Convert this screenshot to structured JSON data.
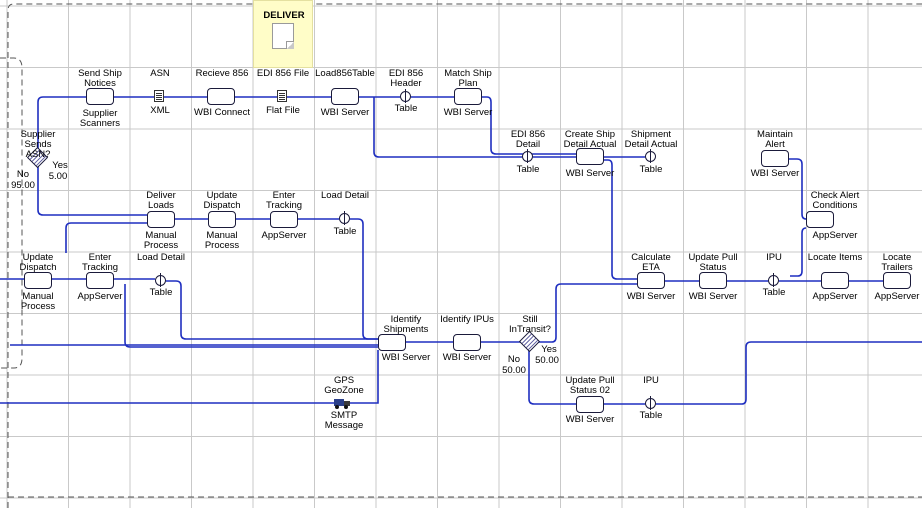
{
  "diagram": {
    "swimlane": {
      "title": "DELIVER"
    },
    "labels": {
      "send_ship_notices": "Send Ship Notices",
      "supplier_scanners": "Supplier Scanners",
      "asn": "ASN",
      "xml": "XML",
      "recieve_856": "Recieve 856",
      "wbi_connect": "WBI Connect",
      "edi_856_file": "EDI 856 File",
      "flat_file": "Flat File",
      "load856table": "Load856Table",
      "wbi_server_load": "WBI Server",
      "edi_856_header": "EDI 856 Header",
      "table_header": "Table",
      "match_ship_plan": "Match Ship Plan",
      "wbi_server_match": "WBI Server",
      "supplier_sends_asn": "Supplier Sends ASN?",
      "yes_asn": "Yes",
      "yes_asn_pct": "5.00",
      "no_asn": "No",
      "no_asn_pct": "95.00",
      "edi_856_detail": "EDI 856 Detail",
      "table_detail": "Table",
      "create_ship_detail": "Create Ship Detail Actual",
      "wbi_server_create": "WBI Server",
      "shipment_detail_actual": "Shipment Detail Actual",
      "table_shipment": "Table",
      "maintain_alert": "Maintain Alert",
      "wbi_server_alert": "WBI Server",
      "check_alert": "Check Alert Conditions",
      "appserver_check": "AppServer",
      "deliver_loads": "Deliver Loads",
      "manual_process_dl": "Manual Process",
      "update_dispatch_top": "Update Dispatch",
      "manual_process_ud": "Manual Process",
      "enter_tracking_top": "Enter Tracking",
      "appserver_et_top": "AppServer",
      "load_detail_top": "Load Detail",
      "table_ld_top": "Table",
      "update_dispatch_left": "Update Dispatch",
      "manual_process_left": "Manual Process",
      "enter_tracking_left": "Enter Tracking",
      "appserver_et_left": "AppServer",
      "load_detail_left": "Load Detail",
      "table_ld_left": "Table",
      "calculate_eta": "Calculate ETA",
      "wbi_server_eta": "WBI Server",
      "update_pull_status": "Update Pull Status",
      "wbi_server_ups": "WBI Server",
      "ipu_top": "IPU",
      "table_ipu_top": "Table",
      "locate_items": "Locate Items",
      "appserver_li": "AppServer",
      "locate_trailers": "Locate Trailers",
      "appserver_lt": "AppServer",
      "identify_shipments": "Identify Shipments",
      "wbi_server_is": "WBI Server",
      "identify_ipus": "Identify IPUs",
      "wbi_server_ii": "WBI Server",
      "still_in_transit": "Still InTransit?",
      "yes_transit": "Yes",
      "yes_transit_pct": "50.00",
      "no_transit": "No",
      "no_transit_pct": "50.00",
      "update_pull_status_02": "Update Pull Status 02",
      "wbi_server_ups2": "WBI Server",
      "ipu_bottom": "IPU",
      "table_ipu_bottom": "Table",
      "gps_geozone": "GPS GeoZone",
      "smtp_message": "SMTP Message"
    },
    "colors": {
      "connector": "#1f2fc0",
      "grid": "#c9c9c9",
      "node_border": "#1a1a3a",
      "swimlane": "#fffdc8",
      "frame": "#555555"
    }
  }
}
